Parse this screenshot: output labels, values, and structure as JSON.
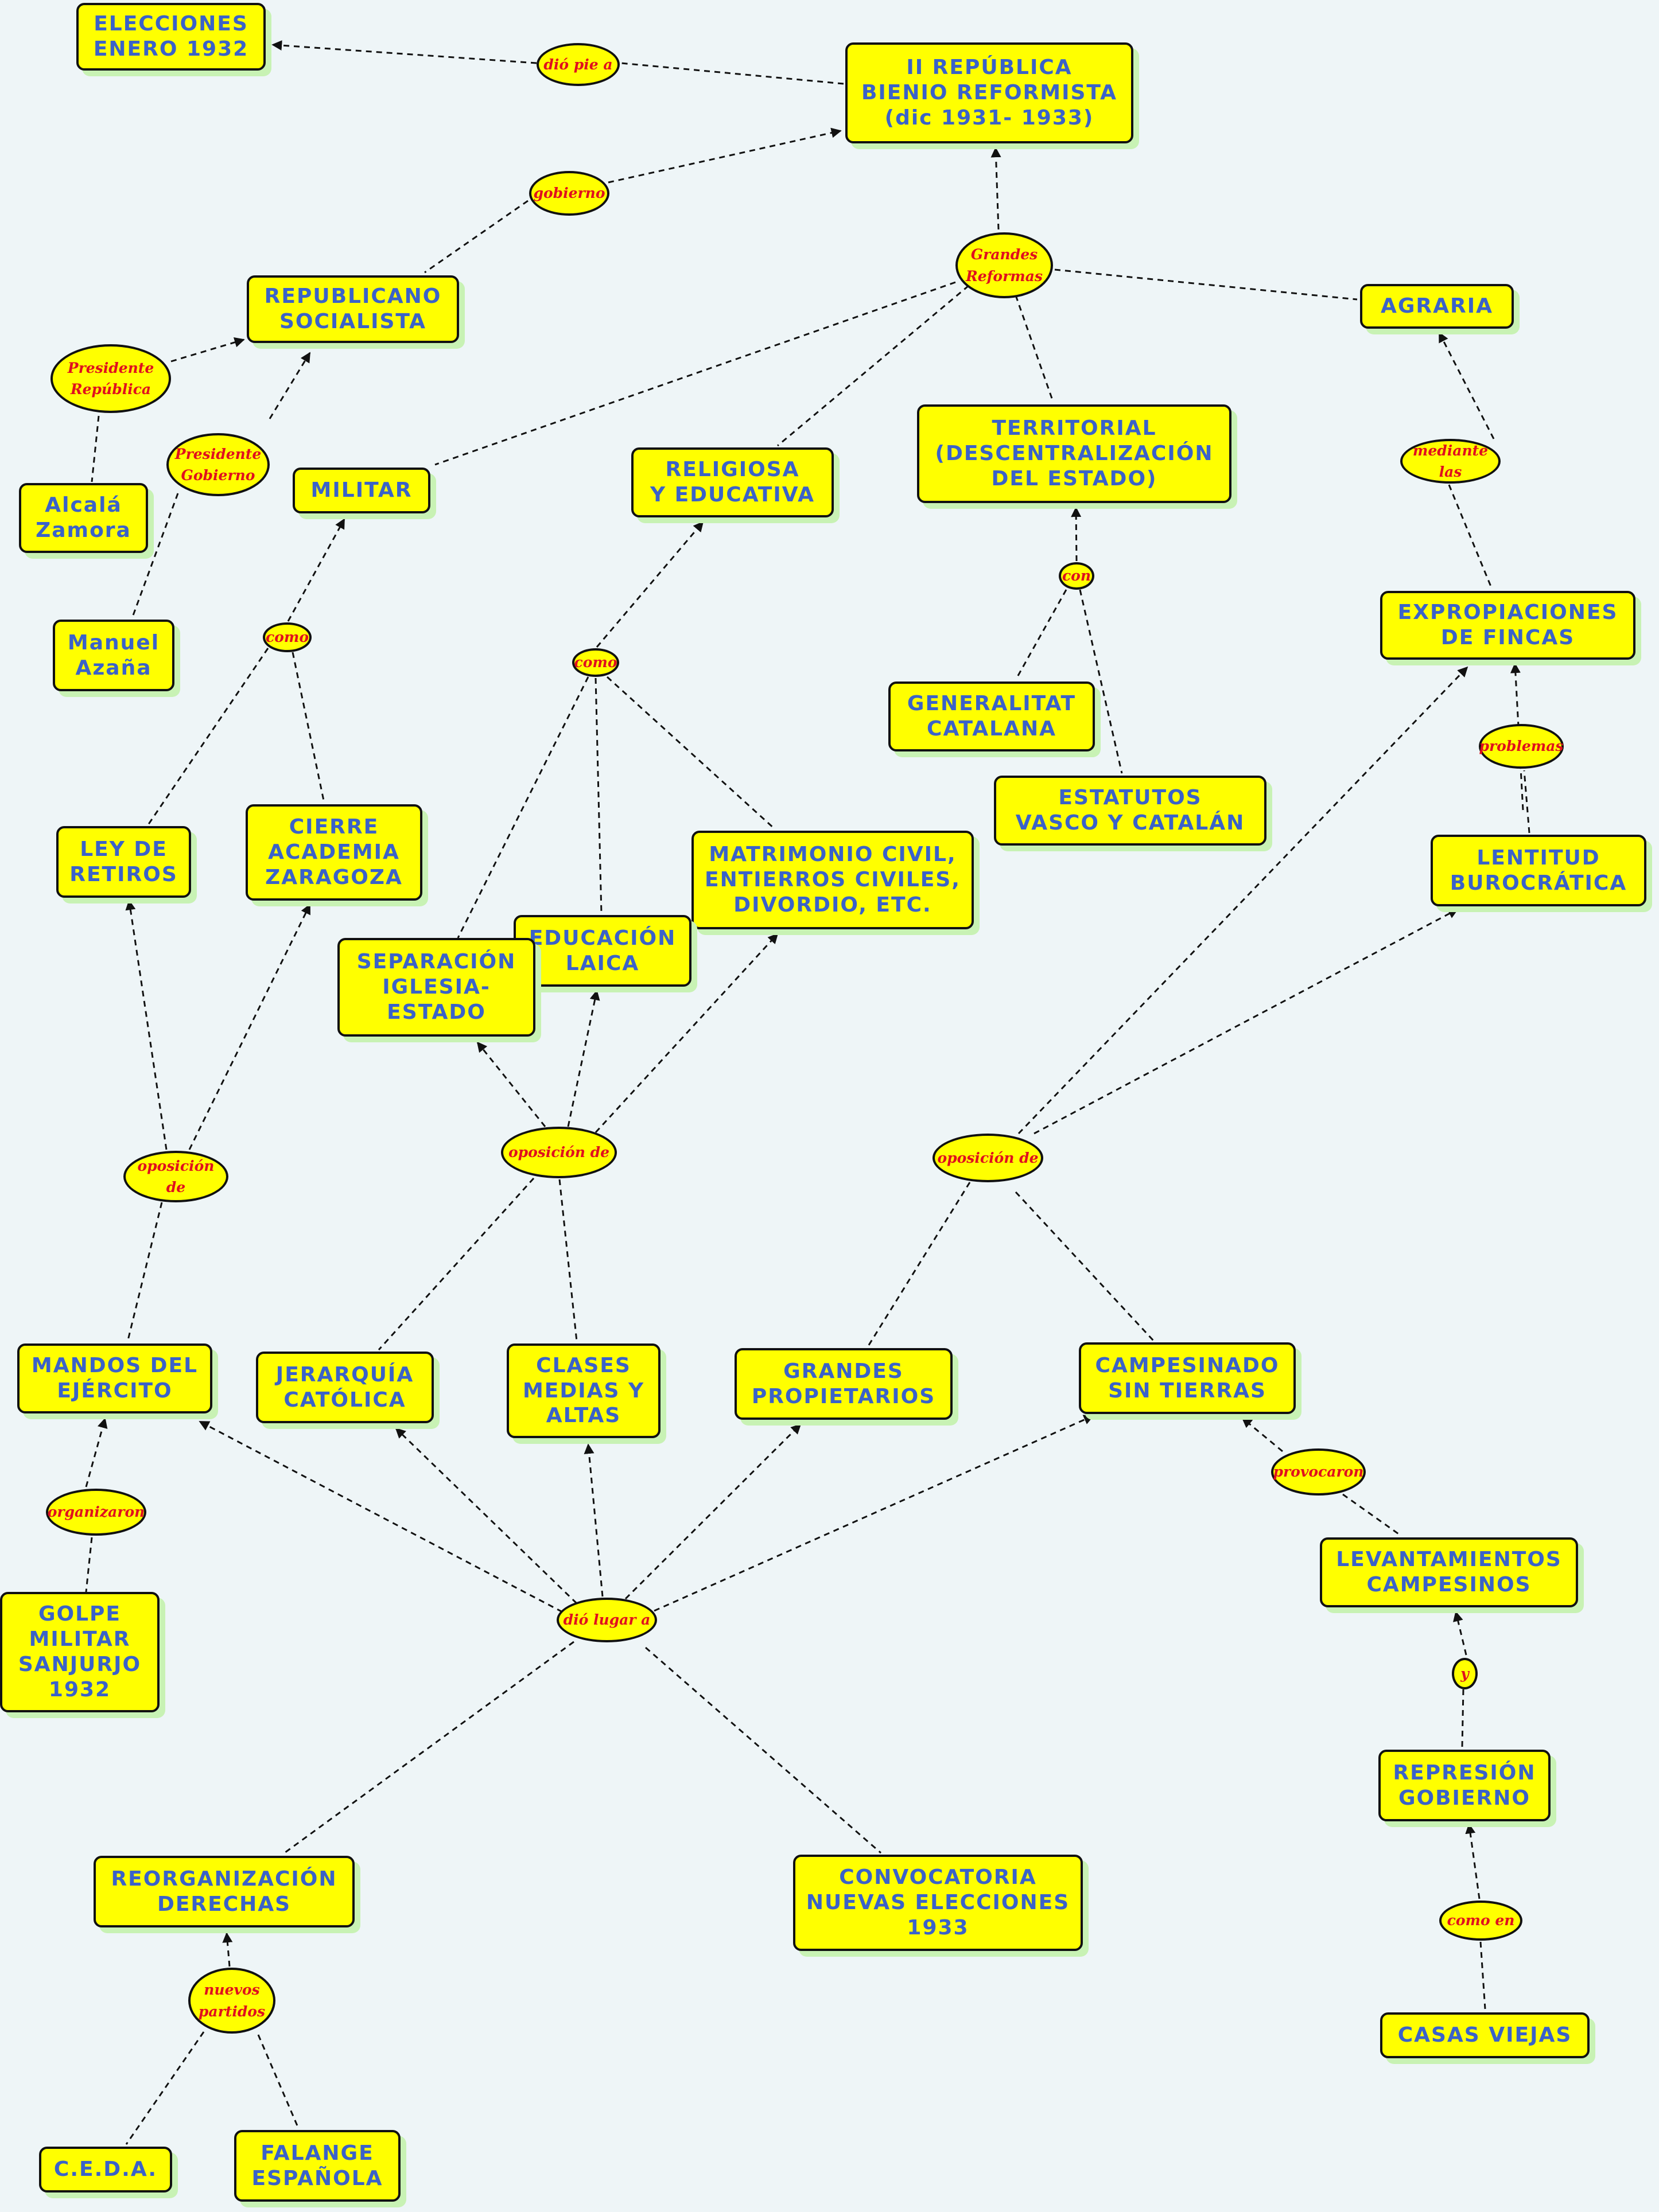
{
  "colors": {
    "background": "#eef5f7",
    "node_fill": "#ffff00",
    "node_text": "#3a62c9",
    "link_text": "#e0101e",
    "shadow": "#c8f2b4",
    "edge": "#111111"
  },
  "nodes": {
    "elecciones": "ELECCIONES\nENERO 1932",
    "republica": "II REPÚBLICA\nBIENIO REFORMISTA\n(dic 1931- 1933)",
    "republicano": "REPUBLICANO\nSOCIALISTA",
    "agraria": "AGRARIA",
    "alcala": "Alcalá\nZamora",
    "militar": "MILITAR",
    "religiosa": "RELIGIOSA\nY EDUCATIVA",
    "territorial": "TERRITORIAL\n(DESCENTRALIZACIÓN\nDEL ESTADO)",
    "expropiaciones": "EXPROPIACIONES\nDE FINCAS",
    "azana": "Manuel\nAzaña",
    "generalitat": "GENERALITAT\nCATALANA",
    "estatutos": "ESTATUTOS\nVASCO Y CATALÁN",
    "ley_retiros": "LEY DE\nRETIROS",
    "cierre_academia": "CIERRE\nACADEMIA\nZARAGOZA",
    "matrimonio": "MATRIMONIO CIVIL,\nENTIERROS CIVILES,\nDIVORDIO, ETC.",
    "lentitud": "LENTITUD\nBUROCRÁTICA",
    "educacion_laica": "EDUCACIÓN\nLAICA",
    "separacion": "SEPARACIÓN\nIGLESIA-\nESTADO",
    "mandos": "MANDOS DEL\nEJÉRCITO",
    "jerarquia": "JERARQUÍA\nCATÓLICA",
    "clases": "CLASES\nMEDIAS Y\nALTAS",
    "grandes_prop": "GRANDES\nPROPIETARIOS",
    "campesinado": "CAMPESINADO\nSIN TIERRAS",
    "levantamientos": "LEVANTAMIENTOS\nCAMPESINOS",
    "golpe": "GOLPE\nMILITAR\nSANJURJO\n1932",
    "represion": "REPRESIÓN\nGOBIERNO",
    "reorganizacion": "REORGANIZACIÓN\nDERECHAS",
    "convocatoria": "CONVOCATORIA\nNUEVAS ELECCIONES\n1933",
    "casas_viejas": "CASAS VIEJAS",
    "ceda": "C.E.D.A.",
    "falange": "FALANGE\nESPAÑOLA"
  },
  "links": {
    "dio_pie": "dió  pie  a",
    "gobierno": "gobierno",
    "grandes_reformas": "Grandes\nReformas",
    "presidente_republica": "Presidente\nRepública",
    "presidente_gobierno": "Presidente\nGobierno",
    "mediante": "mediante  las",
    "con": "con",
    "como_militar": "como",
    "como_religiosa": "como",
    "problemas": "problemas",
    "oposicion_militar": "oposición  de",
    "oposicion_religiosa": "oposición  de",
    "oposicion_agraria": "oposición  de",
    "organizaron": "organizaron",
    "provocaron": "provocaron",
    "dio_lugar": "dió  lugar  a",
    "y": "y",
    "como_en": "como  en",
    "nuevos_partidos": "nuevos\npartidos"
  }
}
